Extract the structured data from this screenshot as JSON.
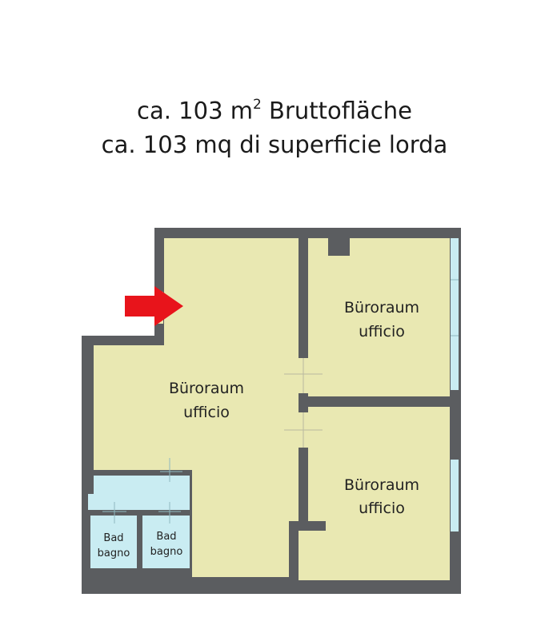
{
  "header": {
    "line1_prefix": "ca. 103 m",
    "line1_sup": "2",
    "line1_suffix": " Bruttofläche",
    "line2": "ca. 103 mq di superficie lorda"
  },
  "rooms": {
    "main_office": {
      "de": "Büroraum",
      "it": "ufficio"
    },
    "office_top_right": {
      "de": "Büroraum",
      "it": "ufficio"
    },
    "office_bottom_right": {
      "de": "Büroraum",
      "it": "ufficio"
    },
    "bath_left": {
      "de": "Bad",
      "it": "bagno"
    },
    "bath_right": {
      "de": "Bad",
      "it": "bagno"
    }
  },
  "colors": {
    "wall": "#5b5d60",
    "floor_office": "#e9e8b2",
    "floor_bath": "#c9ecf2",
    "window": "#c9ecf2",
    "entrance_arrow": "#e8141b"
  },
  "icons": {
    "entrance": "entrance-arrow-icon"
  }
}
